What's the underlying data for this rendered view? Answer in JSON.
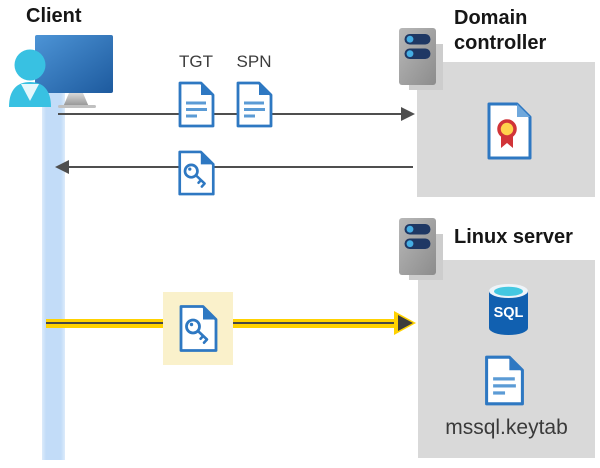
{
  "client": {
    "label": "Client"
  },
  "flow1": {
    "tgt_label": "TGT",
    "spn_label": "SPN"
  },
  "domain_controller": {
    "label": "Domain controller"
  },
  "linux_server": {
    "label": "Linux server",
    "sql_label": "SQL",
    "keytab_label": "mssql.keytab"
  },
  "colors": {
    "icon_blue": "#2e78c2",
    "icon_line_blue": "#5b9bd5",
    "timeline_blue": "#c2dcf8",
    "arrow_gray": "#4f4f4f",
    "arrow_yellow": "#ffd200",
    "highlight_yellow": "#faf1cb",
    "box_gray": "#d9d9d9",
    "sql_body_blue": "#1160b0",
    "sql_top_cyan": "#44c8e1",
    "server_pill_navy": "#1f3864",
    "cert_gold": "#ffd34d",
    "cert_red": "#d13438",
    "person_cyan": "#38c1e2"
  }
}
